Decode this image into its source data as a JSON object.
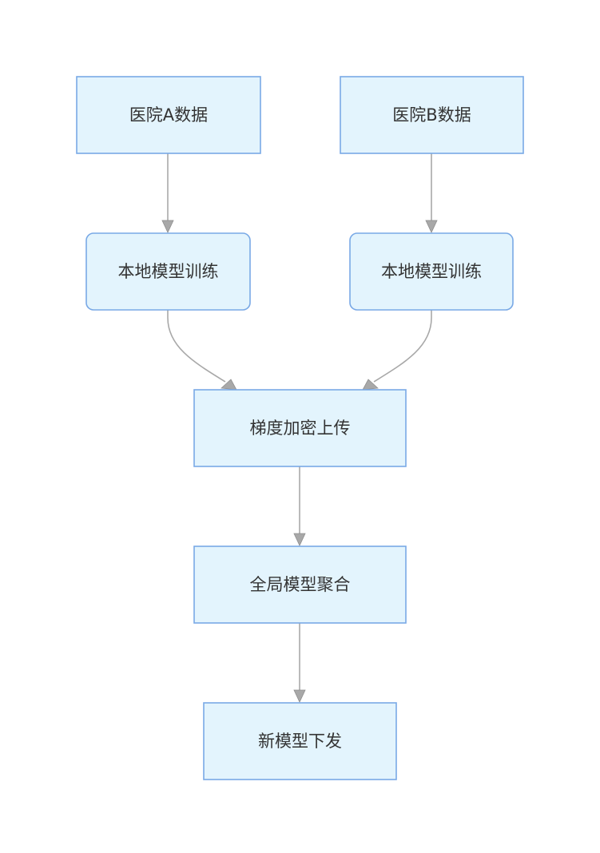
{
  "diagram": {
    "type": "flowchart",
    "direction": "top-to-bottom",
    "colors": {
      "node_fill": "#e3f4fd",
      "node_border": "#79a9e6",
      "edge": "#a8a8a8",
      "text": "#333333",
      "background": "#ffffff"
    },
    "nodes": {
      "hospital_a": {
        "label": "医院A数据",
        "shape": "rectangle"
      },
      "hospital_b": {
        "label": "医院B数据",
        "shape": "rectangle"
      },
      "train_a": {
        "label": "本地模型训练",
        "shape": "rounded-rectangle"
      },
      "train_b": {
        "label": "本地模型训练",
        "shape": "rounded-rectangle"
      },
      "upload": {
        "label": "梯度加密上传",
        "shape": "rectangle"
      },
      "aggregate": {
        "label": "全局模型聚合",
        "shape": "rectangle"
      },
      "distribute": {
        "label": "新模型下发",
        "shape": "rectangle"
      }
    },
    "edges": [
      {
        "from": "hospital_a",
        "to": "train_a"
      },
      {
        "from": "hospital_b",
        "to": "train_b"
      },
      {
        "from": "train_a",
        "to": "upload"
      },
      {
        "from": "train_b",
        "to": "upload"
      },
      {
        "from": "upload",
        "to": "aggregate"
      },
      {
        "from": "aggregate",
        "to": "distribute"
      }
    ]
  }
}
